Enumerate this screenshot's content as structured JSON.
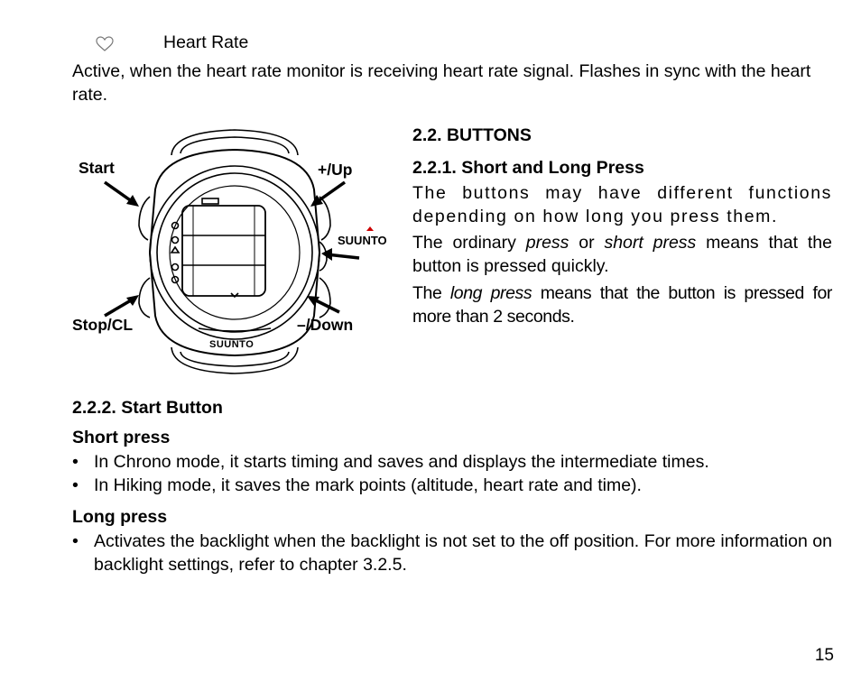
{
  "heart_rate": {
    "icon": "heart-icon",
    "title": "Heart Rate",
    "description": "Active, when the heart rate monitor is receiving heart rate signal. Flashes in sync with the heart rate."
  },
  "watch_figure": {
    "labels": {
      "start": "Start",
      "up": "+/Up",
      "stop": "Stop/CL",
      "down": "–/Down",
      "brand_side": "SUUNTO",
      "brand_bottom": "SUUNTO"
    }
  },
  "buttons_section": {
    "heading": "2.2. BUTTONS",
    "sub_heading": "2.2.1. Short and Long Press",
    "para1": "The buttons may have different functions depending on how long you press them.",
    "para2": {
      "t1": "The ordinary ",
      "e1": "press",
      "t2": " or ",
      "e2": "short press",
      "t3": " means that the button is pressed quickly."
    },
    "para3": {
      "t1": "The ",
      "e1": "long press",
      "t2": " means that the button is pressed for more than 2 seconds."
    }
  },
  "start_button": {
    "heading": "2.2.2. Start Button",
    "short_press": {
      "label": "Short press",
      "items": [
        "In Chrono mode, it starts timing and saves and displays the intermediate times.",
        "In Hiking mode, it saves the mark points (altitude, heart rate and time)."
      ]
    },
    "long_press": {
      "label": "Long press",
      "items": [
        "Activates the backlight when the backlight is not set to the off position. For more information on backlight settings, refer to chapter 3.2.5."
      ]
    }
  },
  "bullet_char": "•",
  "page_number": "15"
}
